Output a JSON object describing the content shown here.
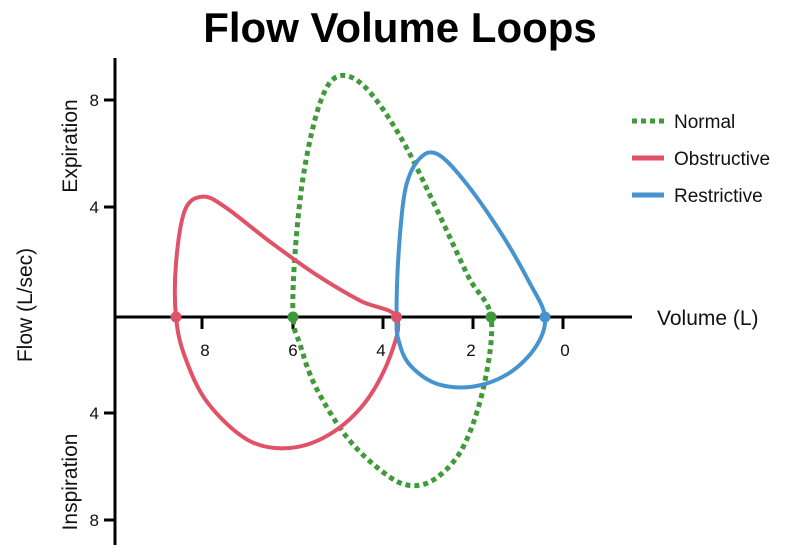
{
  "chart_data": {
    "type": "line",
    "title": "Flow Volume Loops",
    "xlabel": "Volume (L)",
    "ylabel": "Flow (L/sec)",
    "y_region_labels": {
      "upper": "Expiration",
      "lower": "Inspiration"
    },
    "x_axis": {
      "reversed": true,
      "ticks": [
        8,
        6,
        4,
        2,
        0
      ]
    },
    "y_axis": {
      "ticks_upper": [
        8,
        4
      ],
      "ticks_lower": [
        4,
        8
      ]
    },
    "xlim": [
      -1.5,
      10
    ],
    "ylim": [
      -8.5,
      10
    ],
    "grid": false,
    "legend_position": "top-right",
    "series": [
      {
        "name": "Normal",
        "color": "#3f9a3a",
        "style": "dotted",
        "points": [
          [
            6.0,
            0
          ],
          [
            5.95,
            2.5
          ],
          [
            5.75,
            5.5
          ],
          [
            5.4,
            8.0
          ],
          [
            5.0,
            9.0
          ],
          [
            4.4,
            8.6
          ],
          [
            3.6,
            6.7
          ],
          [
            2.8,
            4.0
          ],
          [
            2.1,
            1.5
          ],
          [
            1.6,
            0
          ],
          [
            1.75,
            -2.5
          ],
          [
            2.2,
            -4.8
          ],
          [
            2.8,
            -6.0
          ],
          [
            3.4,
            -6.3
          ],
          [
            4.0,
            -5.8
          ],
          [
            4.8,
            -4.5
          ],
          [
            5.5,
            -2.6
          ],
          [
            5.85,
            -1.0
          ],
          [
            6.0,
            0
          ]
        ]
      },
      {
        "name": "Obstructive",
        "color": "#e05268",
        "style": "solid",
        "points": [
          [
            8.6,
            0
          ],
          [
            8.6,
            2.0
          ],
          [
            8.4,
            4.0
          ],
          [
            8.0,
            4.5
          ],
          [
            7.5,
            4.1
          ],
          [
            6.5,
            2.8
          ],
          [
            5.5,
            1.6
          ],
          [
            4.5,
            0.6
          ],
          [
            3.7,
            0
          ],
          [
            3.85,
            -1.5
          ],
          [
            4.4,
            -3.2
          ],
          [
            5.2,
            -4.4
          ],
          [
            6.1,
            -4.9
          ],
          [
            7.0,
            -4.6
          ],
          [
            7.9,
            -3.2
          ],
          [
            8.4,
            -1.5
          ],
          [
            8.6,
            0
          ]
        ]
      },
      {
        "name": "Restrictive",
        "color": "#4594d0",
        "style": "solid",
        "points": [
          [
            3.7,
            0
          ],
          [
            3.65,
            2.5
          ],
          [
            3.5,
            4.8
          ],
          [
            3.2,
            5.9
          ],
          [
            2.8,
            6.1
          ],
          [
            2.2,
            5.1
          ],
          [
            1.4,
            3.2
          ],
          [
            0.75,
            1.3
          ],
          [
            0.4,
            0
          ],
          [
            0.6,
            -1.1
          ],
          [
            1.2,
            -2.1
          ],
          [
            2.0,
            -2.6
          ],
          [
            2.8,
            -2.5
          ],
          [
            3.4,
            -1.8
          ],
          [
            3.65,
            -0.9
          ],
          [
            3.7,
            0
          ]
        ]
      }
    ],
    "axis_intersection_points": [
      {
        "series": "Obstructive",
        "x": 8.6,
        "y": 0
      },
      {
        "series": "Normal",
        "x": 6.0,
        "y": 0
      },
      {
        "series": "Obstructive",
        "x": 3.7,
        "y": 0
      },
      {
        "series": "Normal",
        "x": 1.6,
        "y": 0
      },
      {
        "series": "Restrictive",
        "x": 0.4,
        "y": 0
      }
    ]
  }
}
